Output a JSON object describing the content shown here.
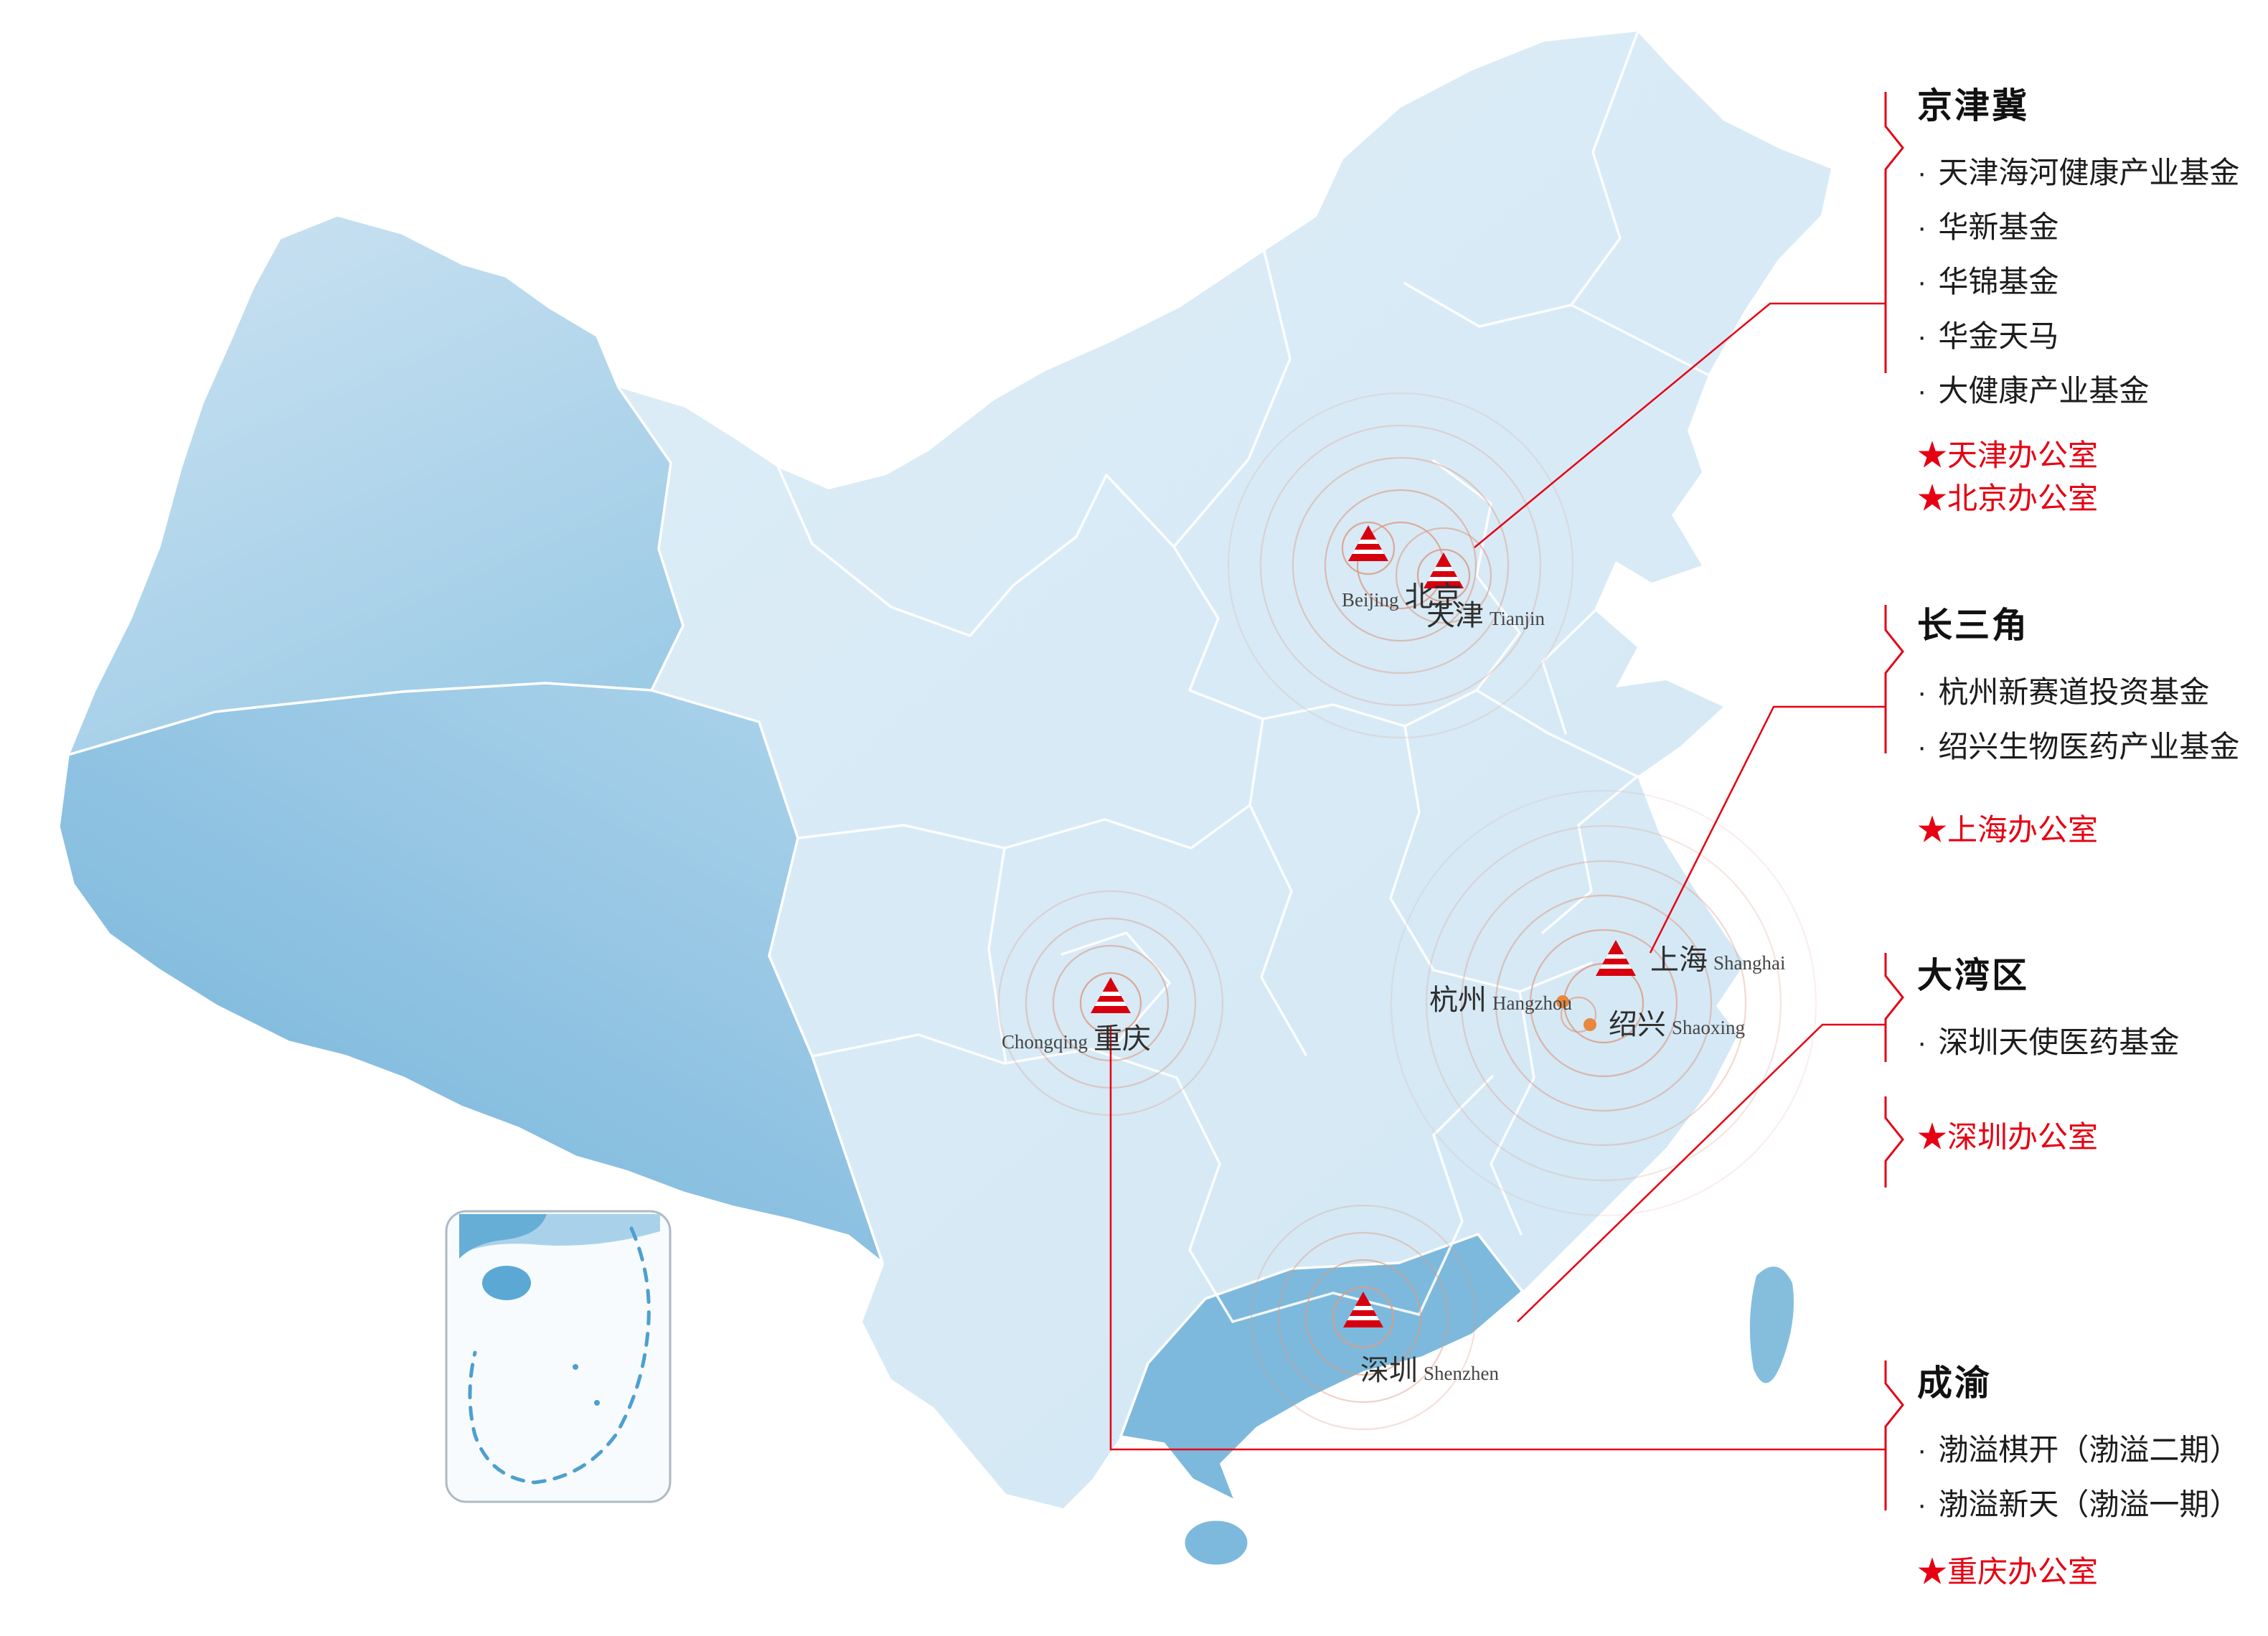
{
  "ui": {
    "bullet": "·"
  },
  "colors": {
    "accent_red": "#e60012",
    "marker_red": "#d7000f",
    "ripple": "#dc9c86",
    "dot_orange": "#e7883c",
    "map_light": "#d9eaf6",
    "map_medium": "#9fcce7",
    "map_dark": "#7db8dc",
    "taiwan_blue": "#85bedd",
    "inset_line_blue": "#4d9fd0"
  },
  "cities": [
    {
      "zh": "北京",
      "en": "Beijing"
    },
    {
      "zh": "天津",
      "en": "Tianjin"
    },
    {
      "zh": "上海",
      "en": "Shanghai"
    },
    {
      "zh": "杭州",
      "en": "Hangzhou"
    },
    {
      "zh": "绍兴",
      "en": "Shaoxing"
    },
    {
      "zh": "重庆",
      "en": "Chongqing"
    },
    {
      "zh": "深圳",
      "en": "Shenzhen"
    }
  ],
  "regions": [
    {
      "name": "京津冀",
      "funds": [
        "天津海河健康产业基金",
        "华新基金",
        "华锦基金",
        "华金天马",
        "大健康产业基金"
      ],
      "offices": [
        "★天津办公室",
        "★北京办公室"
      ]
    },
    {
      "name": "长三角",
      "funds": [
        "杭州新赛道投资基金",
        "绍兴生物医药产业基金"
      ],
      "offices": [
        "★上海办公室"
      ]
    },
    {
      "name": "大湾区",
      "funds": [
        "深圳天使医药基金"
      ],
      "offices": [
        "★深圳办公室"
      ]
    },
    {
      "name": "成渝",
      "funds": [
        "渤溢棋开（渤溢二期）",
        "渤溢新天（渤溢一期）"
      ],
      "offices": [
        "★重庆办公室"
      ]
    }
  ]
}
